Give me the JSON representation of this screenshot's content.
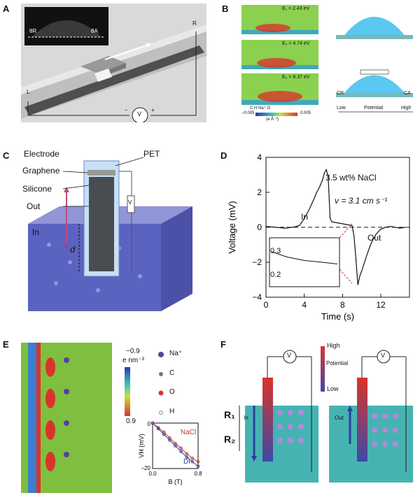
{
  "panels": {
    "A": {
      "label": "A",
      "theta_r": "θR",
      "theta_a": "θA",
      "left": "L",
      "right": "R",
      "voltmeter": "V",
      "minus": "−",
      "plus": "+"
    },
    "B": {
      "label": "B",
      "e1": "E₁ = 2.43 eV",
      "e2": "E₂ = 4.74 eV",
      "e3": "E₃ = 6.37 eV",
      "legend_c": "C",
      "legend_h": "H",
      "legend_na": "Na⁺",
      "legend_o": "O",
      "cbar_min": "−0.005",
      "cbar_max": "0.005",
      "cbar_unit": "(e Å⁻³)",
      "cr": "CR",
      "ca": "CA",
      "potential_low": "Low",
      "potential_mid": "Potential",
      "potential_high": "High"
    },
    "C": {
      "label": "C",
      "electrode": "Electrode",
      "pet": "PET",
      "graphene": "Graphene",
      "silicone": "Silicone",
      "out": "Out",
      "in": "In",
      "d": "d",
      "voltmeter": "V"
    },
    "D": {
      "label": "D",
      "annotation_conc": "3.5 wt% NaCl",
      "annotation_vel": "v = 3.1 cm s⁻¹",
      "in_label": "In",
      "out_label": "Out",
      "inset_top": "0.3",
      "inset_bottom": "0.2"
    },
    "E": {
      "label": "E",
      "cbar_top": "−0.9",
      "cbar_unit": "e nm⁻³",
      "cbar_bottom": "0.9",
      "legend_na": "Na⁺",
      "legend_c": "C",
      "legend_o": "O",
      "legend_h": "H",
      "nacl": "NaCl",
      "di": "DI"
    },
    "F": {
      "label": "F",
      "high": "High",
      "low": "Low",
      "potential": "Potential",
      "r1": "R₁",
      "r2": "R₂",
      "in": "In",
      "out": "Out",
      "voltmeter": "V"
    }
  },
  "chart_data": [
    {
      "type": "line",
      "panel": "D",
      "xlabel": "Time (s)",
      "ylabel": "Voltage (mV)",
      "xlim": [
        0,
        15
      ],
      "ylim": [
        -4,
        4
      ],
      "xticks": [
        "0",
        "4",
        "8",
        "12"
      ],
      "yticks": [
        "−4",
        "−2",
        "0",
        "2",
        "4"
      ],
      "series": [
        {
          "values_x": [
            0,
            1,
            2,
            3,
            3.5,
            4,
            4.5,
            5,
            5.3,
            5.6,
            5.9,
            6.1,
            6.3,
            6.5,
            6.7,
            6.9,
            7,
            7.5,
            8,
            8.5,
            9,
            9.2,
            9.4,
            9.6,
            9.8,
            10,
            10.3,
            10.6,
            11,
            11.5,
            12,
            12.5,
            13,
            13.5,
            14,
            14.6
          ],
          "values_y": [
            0.05,
            0,
            -0.05,
            0.02,
            0.1,
            0.5,
            1.0,
            1.6,
            2.0,
            2.3,
            2.7,
            3.1,
            3.3,
            2.9,
            0.5,
            0.3,
            0.3,
            0.25,
            0.2,
            0.15,
            0.1,
            -0.5,
            -1.8,
            -3.3,
            -2.8,
            -2.5,
            -2.0,
            -1.5,
            -0.9,
            -0.4,
            -0.1,
            0,
            0.05,
            0,
            -0.05,
            0
          ]
        }
      ],
      "hline": 0
    },
    {
      "type": "line",
      "panel": "E-inset",
      "xlabel": "B (T)",
      "ylabel": "VH (mV)",
      "xlim": [
        0,
        0.8
      ],
      "ylim": [
        -20,
        0
      ],
      "xticks": [
        "0.0",
        "0.8"
      ],
      "yticks": [
        "0",
        "−20"
      ],
      "series": [
        {
          "name": "NaCl",
          "color": "#c0392b",
          "x": [
            0,
            0.1,
            0.2,
            0.3,
            0.4,
            0.5,
            0.6,
            0.7,
            0.8
          ],
          "y": [
            0,
            -2,
            -4,
            -6.5,
            -9,
            -11,
            -13.5,
            -15.5,
            -17
          ]
        },
        {
          "name": "DI",
          "color": "#2c3e9e",
          "x": [
            0,
            0.1,
            0.2,
            0.3,
            0.4,
            0.5,
            0.6,
            0.7,
            0.8
          ],
          "y": [
            0,
            -2.5,
            -5,
            -7.5,
            -10,
            -12.5,
            -15,
            -17,
            -19
          ]
        }
      ]
    }
  ],
  "colors": {
    "water": "#5b63c0",
    "teal": "#46b3b3",
    "green_map": "#7fbf3f",
    "red": "#d9342b"
  }
}
